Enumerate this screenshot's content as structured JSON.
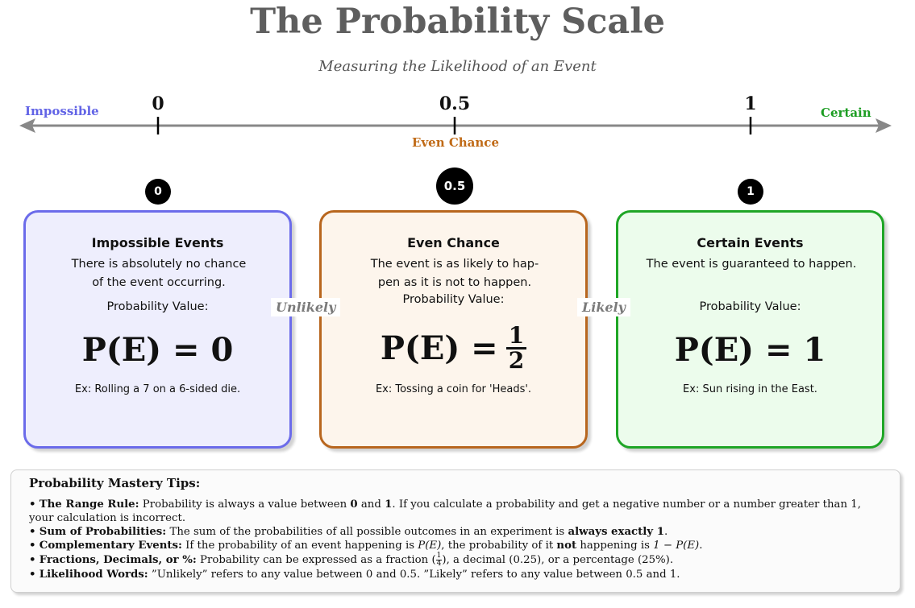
{
  "header": {
    "title": "The Probability Scale",
    "subtitle": "Measuring the Likelihood of an Event"
  },
  "scale": {
    "left_label": "Impossible",
    "right_label": "Certain",
    "ticks": [
      "0",
      "0.5",
      "1"
    ],
    "midpoint_label": "Even Chance"
  },
  "colors": {
    "impossible": "#6b6bea",
    "even": "#b8661e",
    "certain": "#1fa626",
    "axis": "#888888"
  },
  "cards": [
    {
      "badge": "0",
      "title": "Impossible Events",
      "desc_line1": "There is absolutely no chance",
      "desc_line2": "of the event occurring.",
      "pv_label": "Probability Value:",
      "formula": "P(E) = 0",
      "example": "Ex: Rolling a 7 on a 6-sided die."
    },
    {
      "badge": "0.5",
      "title": "Even Chance",
      "desc_line1": "The event is as likely to hap-",
      "desc_line2": "pen as it is not to happen.",
      "pv_label": "Probability Value:",
      "formula_prefix": "P(E) =",
      "frac_num": "1",
      "frac_den": "2",
      "example": "Ex: Tossing a coin for 'Heads'."
    },
    {
      "badge": "1",
      "title": "Certain Events",
      "desc_line1": "The event is guaranteed to happen.",
      "pv_label": "Probability Value:",
      "formula": "P(E) = 1",
      "example": "Ex: Sun rising in the East."
    }
  ],
  "between": {
    "unlikely": "Unlikely",
    "likely": "Likely"
  },
  "tips": {
    "title": "Probability Mastery Tips:",
    "items": [
      {
        "bullet": "•",
        "label": "The Range Rule:",
        "t1": " Probability is always a value between ",
        "b1": "0",
        "t2": " and ",
        "b2": "1",
        "t3": ". If you calculate a probability and get a negative number or a number greater than 1, your calculation is incorrect."
      },
      {
        "bullet": "•",
        "label": "Sum of Probabilities:",
        "t1": " The sum of the probabilities of all possible outcomes in an experiment is ",
        "b1": "always exactly 1",
        "t2": "."
      },
      {
        "bullet": "•",
        "label": "Complementary Events:",
        "t1": " If the probability of an event happening is ",
        "m1": "P(E)",
        "t2": ", the probability of it ",
        "b1": "not",
        "t3": " happening is ",
        "m2": "1 − P(E)",
        "t4": "."
      },
      {
        "bullet": "•",
        "label": "Fractions, Decimals, or %:",
        "t1": " Probability can be expressed as a fraction (",
        "f_num": "1",
        "f_den": "4",
        "t2": "), a decimal (0.25), or a percentage (25%)."
      },
      {
        "bullet": "•",
        "label": "Likelihood Words:",
        "t1": " ”Unlikely” refers to any value between 0 and 0.5. ”Likely” refers to any value between 0.5 and 1."
      }
    ]
  }
}
